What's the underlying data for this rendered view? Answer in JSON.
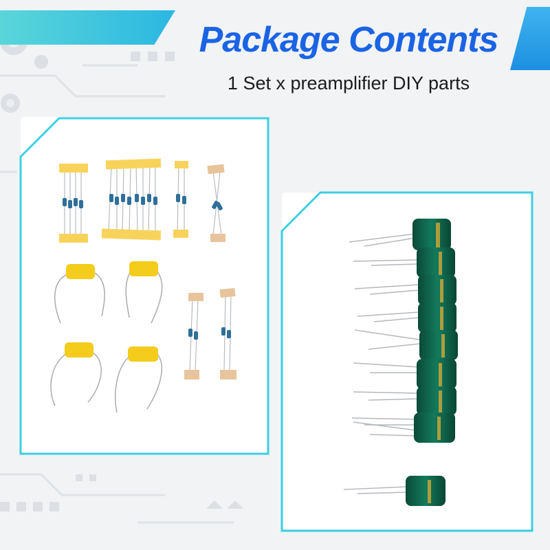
{
  "header": {
    "title": "Package Contents",
    "subtitle": "1 Set x preamplifier DIY parts"
  },
  "colors": {
    "title_blue": "#1a64e4",
    "accent_cyan": "#4ccbe0",
    "panel_border": "#3ccfe3",
    "tape_yellow": "#f8d35c",
    "tape_tan": "#e8c49c",
    "film_cap_yellow": "#f3cc1c",
    "electrolytic_green": "#0d5b44"
  },
  "panels": {
    "left": {
      "content": "resistors and film capacitors"
    },
    "right": {
      "content": "electrolytic capacitors"
    }
  }
}
